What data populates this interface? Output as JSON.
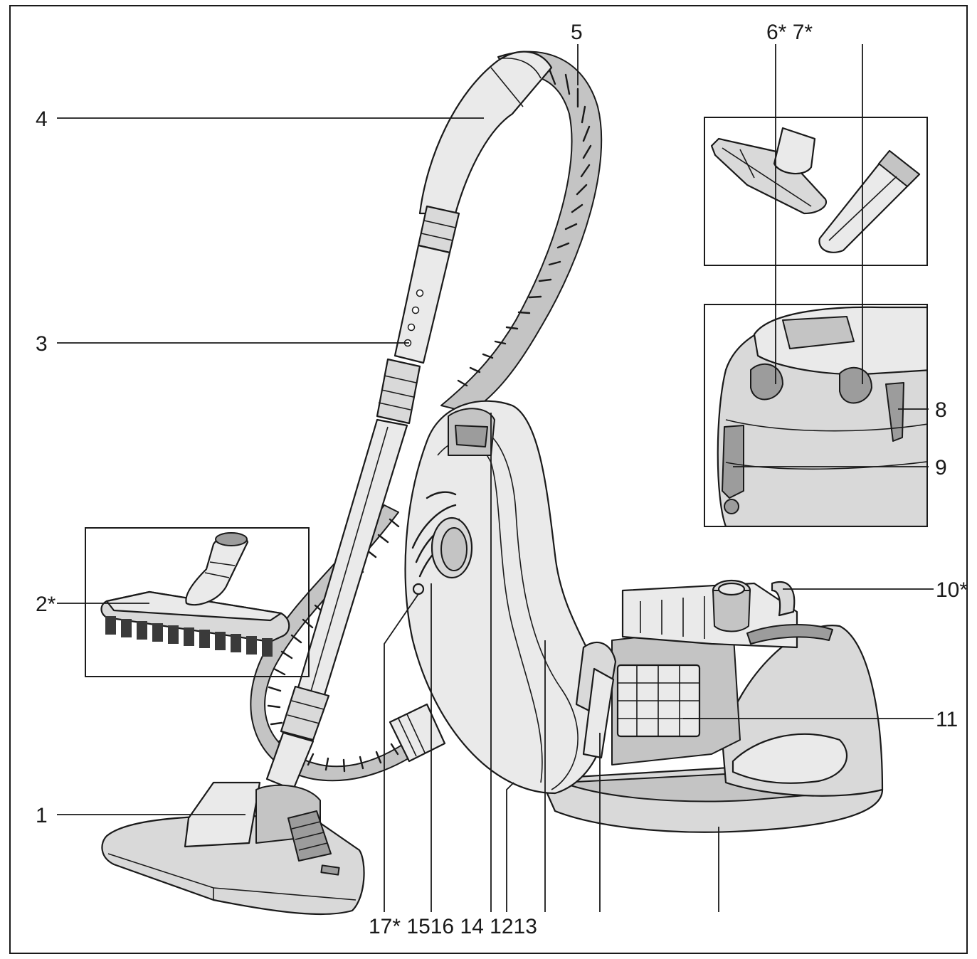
{
  "callouts": [
    {
      "id": "1",
      "label": "1"
    },
    {
      "id": "2",
      "label": "2*"
    },
    {
      "id": "3",
      "label": "3"
    },
    {
      "id": "4",
      "label": "4"
    },
    {
      "id": "5",
      "label": "5"
    },
    {
      "id": "6-7",
      "label": "6* 7*"
    },
    {
      "id": "8",
      "label": "8"
    },
    {
      "id": "9",
      "label": "9"
    },
    {
      "id": "10",
      "label": "10*"
    },
    {
      "id": "11",
      "label": "11"
    },
    {
      "id": "bottom",
      "label": "17* 1516 14 1213"
    }
  ],
  "colors": {
    "line": "#1a1a1a",
    "body_fill": "#d9d9d9",
    "highlight_fill": "#eaeaea",
    "shadow_fill": "#9c9c9c",
    "background": "#ffffff"
  }
}
